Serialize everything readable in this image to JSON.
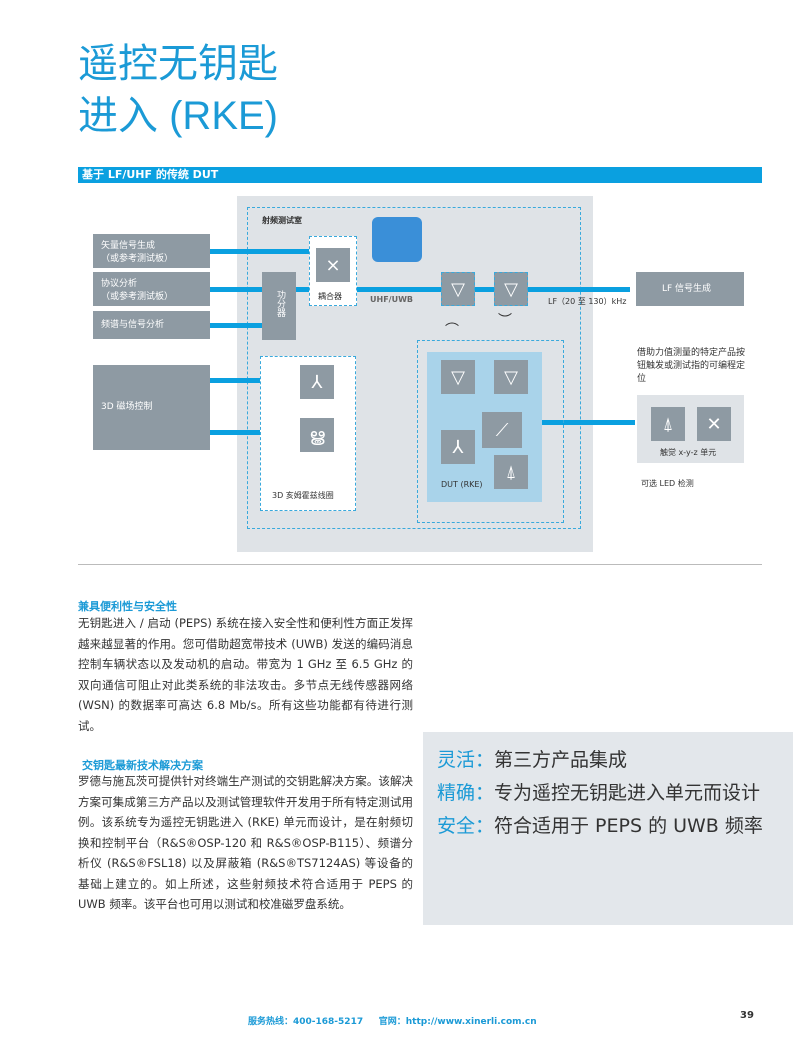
{
  "title": {
    "line1": "遥控无钥匙",
    "line2": "进入 (RKE)"
  },
  "diagram": {
    "header": "基于 LF/UHF 的传统 DUT",
    "chamber_label": "射频测试室",
    "left_boxes": [
      {
        "l1": "矢量信号生成",
        "l2": "（或参考测试板）"
      },
      {
        "l1": "协议分析",
        "l2": "（或参考测试板）"
      },
      {
        "l1": "频谱与信号分析",
        "l2": ""
      }
    ],
    "magnetic_box": "3D 磁场控制",
    "splitter": "功分器",
    "coupler": "耦合器",
    "uhf_label": "UHF/UWB",
    "lf_label": "LF（20 至 130）kHz",
    "lf_box": "LF 信号生成",
    "helmholtz": "3D 亥姆霍兹线圈",
    "dut": "DUT (RKE)",
    "force_note": "借助力值测量的特定产品按钮触发或测试指的可编程定位",
    "tactile": "触觉 x-y-z 单元",
    "led": "可选 LED 检测"
  },
  "section1": {
    "heading": "兼具便利性与安全性",
    "body": "无钥匙进入 / 启动 (PEPS) 系统在接入安全性和便利性方面正发挥越来越显著的作用。您可借助超宽带技术 (UWB) 发送的编码消息控制车辆状态以及发动机的启动。带宽为 1 GHz 至 6.5 GHz 的双向通信可阻止对此类系统的非法攻击。多节点无线传感器网络 (WSN) 的数据率可高达 6.8 Mb/s。所有这些功能都有待进行测试。"
  },
  "section2": {
    "heading": "交钥匙最新技术解决方案",
    "body": "罗德与施瓦茨可提供针对终端生产测试的交钥匙解决方案。该解决方案可集成第三方产品以及测试管理软件开发用于所有特定测试用例。该系统专为遥控无钥匙进入 (RKE) 单元而设计，是在射频切换和控制平台（R&S®OSP-120 和 R&S®OSP-B115）、频谱分析仪 (R&S®FSL18) 以及屏蔽箱 (R&S®TS7124AS) 等设备的基础上建立的。如上所述，这些射频技术符合适用于 PEPS 的 UWB 频率。该平台也可用以测试和校准磁罗盘系统。"
  },
  "highlights": [
    {
      "k": "灵活：",
      "v": "第三方产品集成"
    },
    {
      "k": "精确：",
      "v": "专为遥控无钥匙进入单元而设计"
    },
    {
      "k": "安全：",
      "v": "符合适用于 PEPS 的 UWB 频率"
    }
  ],
  "footer": {
    "hotline": "服务热线：400-168-5217",
    "site": "官网：http://www.xinerli.com.cn",
    "page": "39"
  }
}
